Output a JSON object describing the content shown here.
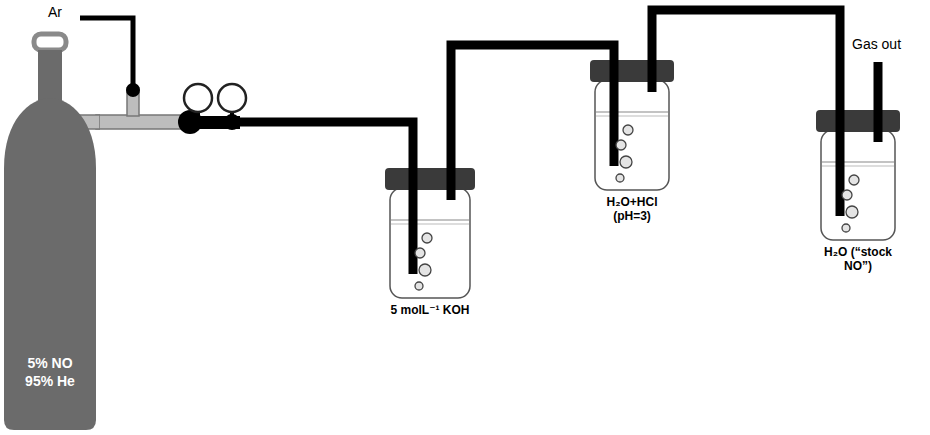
{
  "diagram": {
    "nodes": [
      {
        "text": [
          "5% NO 95% He"
        ]
      },
      {
        "text": [
          "5 molL⁻¹ KOH"
        ]
      },
      {
        "text": [
          "H₂O+HCl (pH=3)"
        ]
      },
      {
        "text": [
          "H₂O (“stock NO”)"
        ]
      }
    ],
    "edges": [
      {
        "from": 0,
        "to": 1,
        "arrow": "none"
      },
      {
        "from": 1,
        "to": 2,
        "arrow": "none"
      },
      {
        "from": 2,
        "to": 3,
        "arrow": "none"
      }
    ],
    "labels": [
      "Ar",
      "Gas out"
    ]
  }
}
